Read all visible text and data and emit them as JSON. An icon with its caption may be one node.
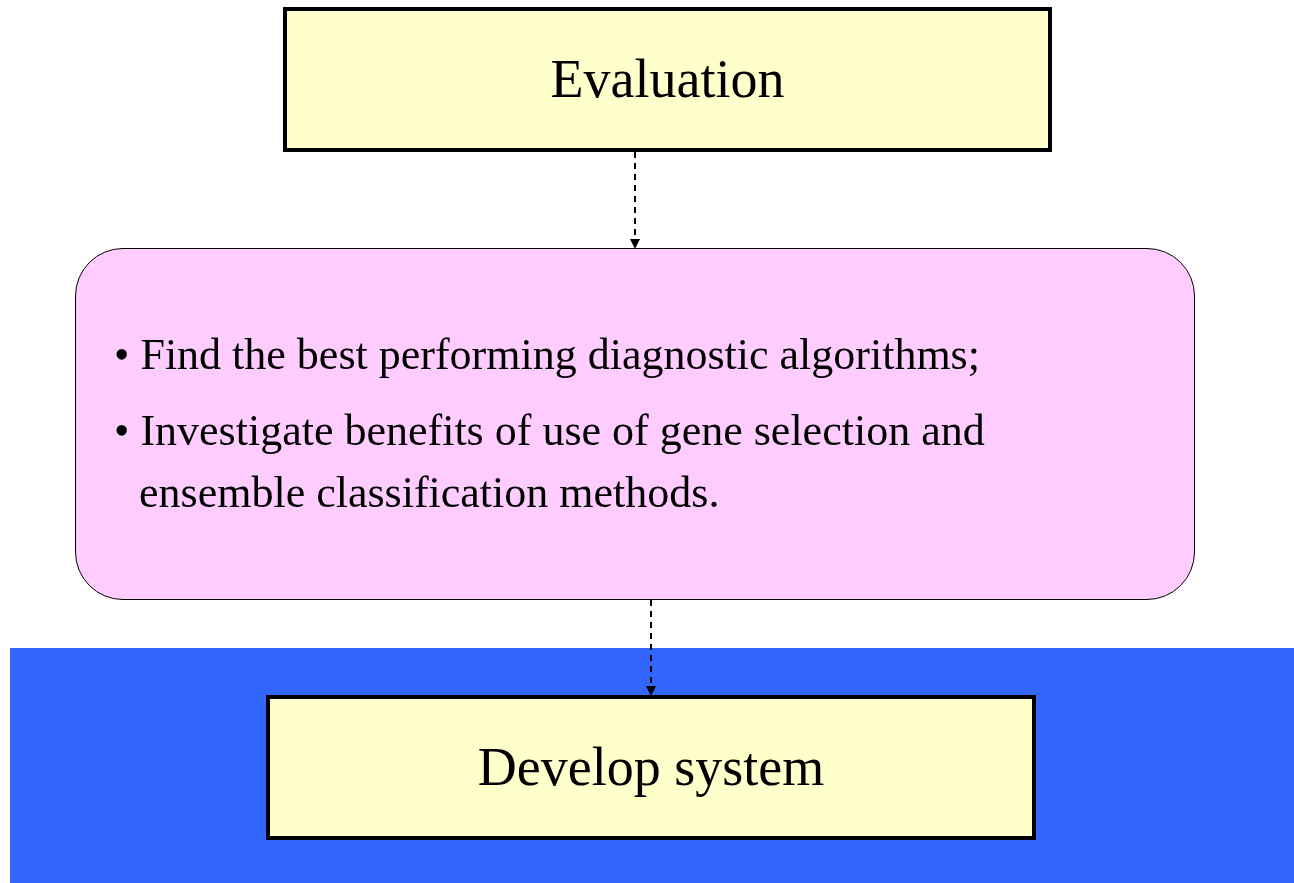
{
  "diagram": {
    "nodes": [
      {
        "text": [
          "Evaluation"
        ]
      },
      {
        "text": [
          "• Find the best performing diagnostic algorithms;",
          "• Investigate benefits of use of gene selection and ensemble classification methods."
        ]
      },
      {
        "text": [],
        "shape": "band"
      },
      {
        "text": [
          "Develop system"
        ],
        "in": 2
      }
    ],
    "edges": [
      {
        "from": 0,
        "to": 1,
        "arrow": "to",
        "style": "dashed"
      },
      {
        "from": 1,
        "to": 3,
        "arrow": "to",
        "style": "dashed"
      }
    ]
  }
}
